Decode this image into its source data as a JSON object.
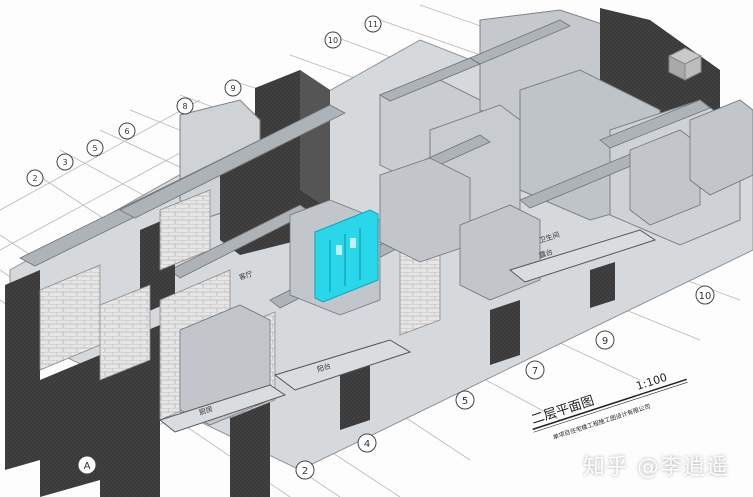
{
  "drawing": {
    "title": "二层平面图",
    "scale": "1:100",
    "subtitle": "单项目住宅楼工程施工图设计有限公司"
  },
  "axes": {
    "front_labels": [
      "A",
      "2",
      "4",
      "5",
      "7",
      "9",
      "10"
    ],
    "back_labels": [
      "2",
      "3",
      "5",
      "6",
      "8",
      "9",
      "10",
      "11"
    ]
  },
  "room_tags": [
    "阳台",
    "露台",
    "卫生间",
    "厨房",
    "客厅"
  ],
  "watermark": "知乎 @李逍遥",
  "colors": {
    "wall_dark": "#3b3b3b",
    "wall_grey": "#9aa0a6",
    "slab": "#d4d8dc",
    "beam": "#aeb3b8",
    "highlight": "#29d6ea",
    "brick": "#e4e4e4"
  }
}
